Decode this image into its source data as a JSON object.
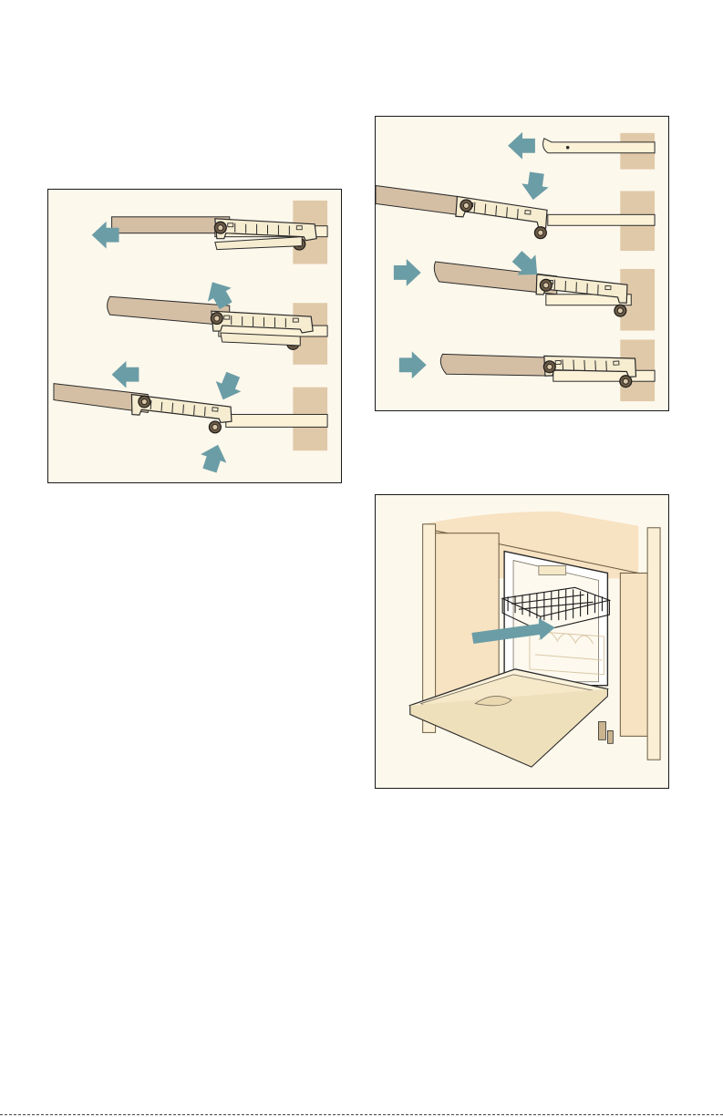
{
  "colors": {
    "panel_background": "#fdf8ec",
    "panel_border": "#1a1a1a",
    "arrow": "#6b9da6",
    "rail_tan": "#d4bfa5",
    "bracket_cream": "#f6ecd0",
    "wall_tan": "#e0c9a9",
    "cabinet": "#f7e2c2"
  },
  "figures": [
    {
      "id": "rack-rail-removal-steps",
      "icon": "rail-clip-removal-illustration"
    },
    {
      "id": "rack-rail-insertion-steps",
      "icon": "rail-clip-insertion-illustration"
    },
    {
      "id": "dishwasher-upper-rack-pull-out",
      "icon": "dishwasher-open-door-illustration"
    }
  ]
}
